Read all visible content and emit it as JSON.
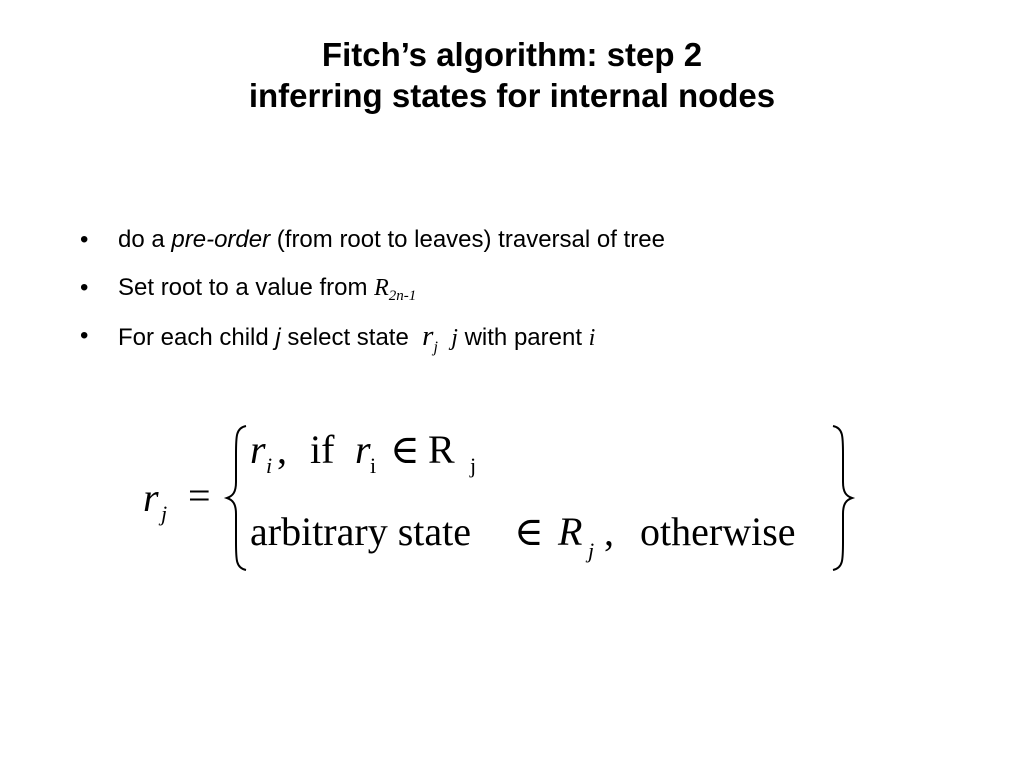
{
  "title": {
    "line1": "Fitch’s algorithm: step 2",
    "line2": "inferring states for internal nodes"
  },
  "bullets": {
    "bullet_char": "•",
    "item1": {
      "prefix": "do a ",
      "emphasis": "pre-order",
      "suffix": " (from root to leaves) traversal of tree"
    },
    "item2": {
      "prefix": "Set root to a value from ",
      "var": "R",
      "subscript": "2n-1"
    },
    "item3": {
      "prefix": "For each child ",
      "child_var": "j",
      "middle": " select state ",
      "state_var": "r",
      "state_sub": "j",
      "after_state": "j",
      "parent_text": " with parent ",
      "parent_var": "i"
    }
  },
  "formula": {
    "lhs_var": "r",
    "lhs_sub": "j",
    "equals": "=",
    "case1": {
      "var": "r",
      "sub": "i",
      "comma": ",",
      "if_text": "if",
      "cond_var": "r",
      "cond_sub": "i",
      "elem": "∈",
      "set": "R",
      "set_sub": "j"
    },
    "case2": {
      "text": "arbitrary state",
      "elem": "∈",
      "set": "R",
      "set_sub": "j",
      "comma": ",",
      "otherwise": "otherwise"
    }
  }
}
